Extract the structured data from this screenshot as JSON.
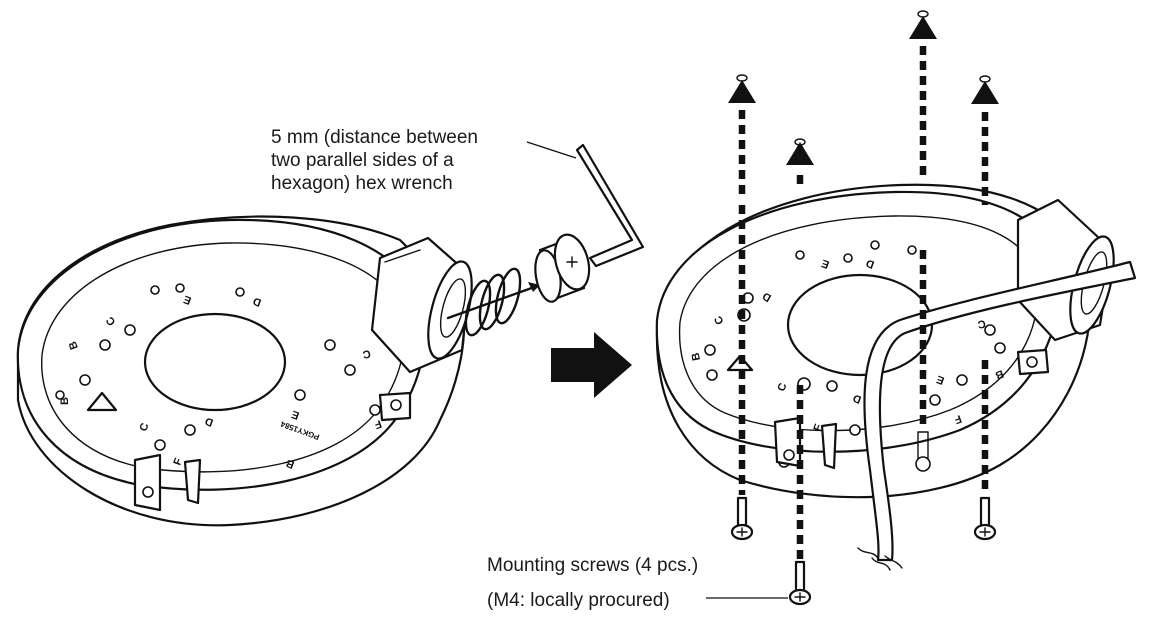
{
  "labels": {
    "hex_wrench": [
      "5 mm (distance between",
      "two parallel sides of a",
      "hexagon) hex wrench"
    ],
    "screws": [
      "Mounting screws (4 pcs.)",
      "(M4: locally procured)"
    ]
  },
  "plate_letters": {
    "left": [
      "E",
      "D",
      "C",
      "C",
      "B",
      "B",
      "C",
      "D",
      "E",
      "F",
      "F",
      "B"
    ],
    "right": [
      "E",
      "D",
      "C",
      "D",
      "C",
      "B",
      "B",
      "C",
      "D",
      "E",
      "F",
      "F"
    ]
  },
  "model_text": "PGKY1584",
  "icons": {
    "step_arrow": "right-arrow-icon",
    "removal_arrows": "up-arrow-icon"
  }
}
